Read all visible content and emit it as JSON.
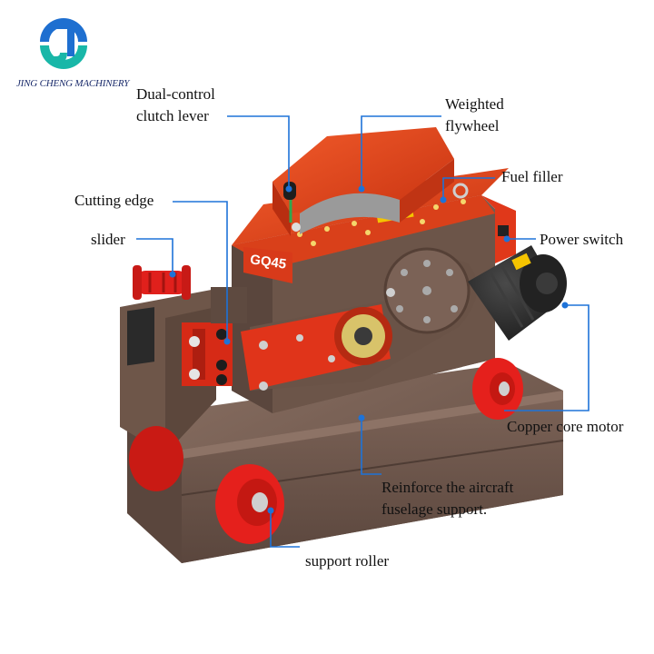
{
  "brand": {
    "name": "JING CHENG MACHINERY",
    "logo_icon": "jc-logo-icon",
    "colors": {
      "blue": "#1e6fd0",
      "teal": "#19b7a8",
      "navy": "#1a2b6b"
    }
  },
  "machine": {
    "model_plate": "GQ45",
    "colors": {
      "body": "#7a6256",
      "orange": "#e8431c",
      "red": "#e0201c",
      "steel": "#8f8f8f",
      "motor": "#2b2b2b"
    }
  },
  "callouts": {
    "clutch_lever": [
      "Dual-control",
      "clutch lever"
    ],
    "flywheel": [
      "Weighted",
      "flywheel"
    ],
    "fuel_filler": "Fuel filler",
    "cutting_edge": "Cutting edge",
    "slider": "slider",
    "power_switch": "Power switch",
    "motor": "Copper core motor",
    "fuselage_support": [
      "Reinforce the aircraft",
      "fuselage support."
    ],
    "support_roller": "support roller"
  },
  "leader_color": "#1e73d8"
}
